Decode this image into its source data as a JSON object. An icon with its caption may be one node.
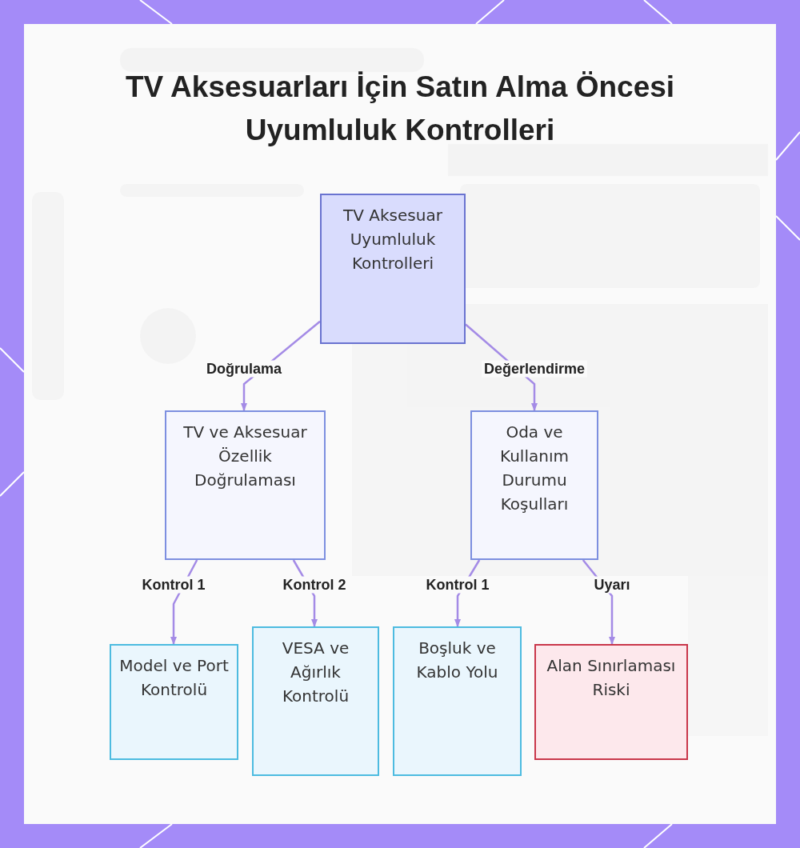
{
  "diagram": {
    "title": "TV Aksesuarları İçin Satın Alma Öncesi Uyumluluk Kontrolleri",
    "nodes": [
      {
        "text": [
          "TV Aksesuar Uyumluluk Kontrolleri"
        ]
      },
      {
        "text": [
          "TV ve Aksesuar Özellik Doğrulaması"
        ]
      },
      {
        "text": [
          "Oda ve Kullanım Durumu Koşulları"
        ]
      },
      {
        "text": [
          "Model ve Port Kontrolü"
        ]
      },
      {
        "text": [
          "VESA ve Ağırlık Kontrolü"
        ]
      },
      {
        "text": [
          "Boşluk ve Kablo Yolu"
        ]
      },
      {
        "text": [
          "Alan Sınırlaması Riski"
        ]
      }
    ],
    "edges": [
      {
        "from": 0,
        "to": 1,
        "arrow": "to",
        "label": "Doğrulama"
      },
      {
        "from": 0,
        "to": 2,
        "arrow": "to",
        "label": "Değerlendirme"
      },
      {
        "from": 1,
        "to": 3,
        "arrow": "to",
        "label": "Kontrol 1"
      },
      {
        "from": 1,
        "to": 4,
        "arrow": "to",
        "label": "Kontrol 2"
      },
      {
        "from": 2,
        "to": 5,
        "arrow": "to",
        "label": "Kontrol 1"
      },
      {
        "from": 2,
        "to": 6,
        "arrow": "to",
        "label": "Uyarı"
      }
    ]
  }
}
